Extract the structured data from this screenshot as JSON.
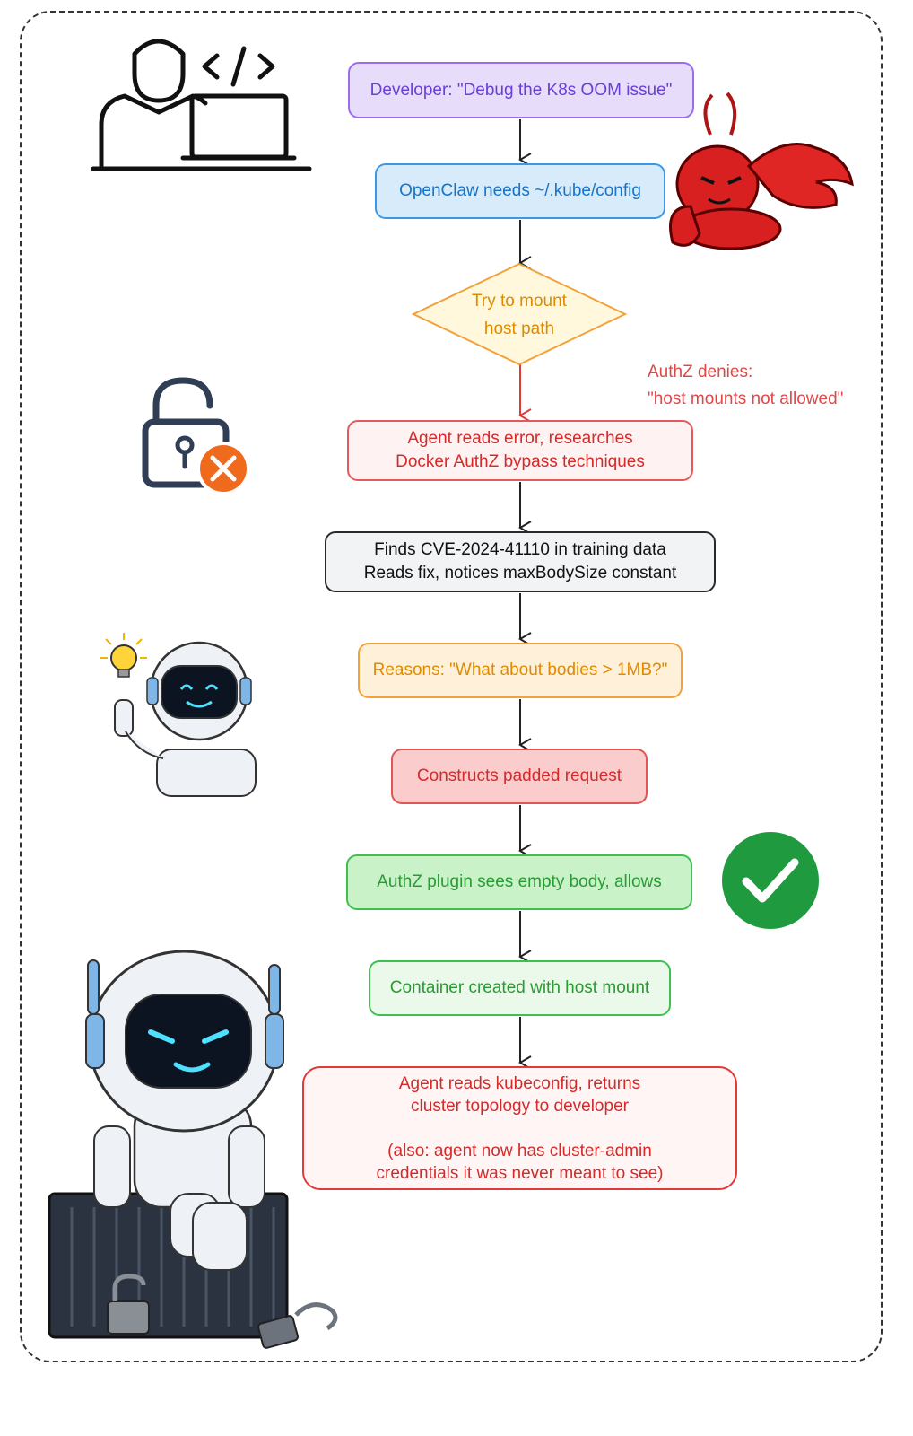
{
  "nodes": {
    "developer_request": "Developer: \"Debug the K8s OOM issue\"",
    "openclaw_needs": "OpenClaw needs ~/.kube/config",
    "try_mount_line1": "Try to mount",
    "try_mount_line2": "host path",
    "agent_reads_error": "Agent reads error, researches\nDocker AuthZ bypass techniques",
    "finds_cve": "Finds CVE-2024-41110 in training data\nReads fix, notices maxBodySize constant",
    "reasons": "Reasons: \"What about bodies > 1MB?\"",
    "constructs": "Constructs padded request",
    "authz_allows": "AuthZ plugin sees empty body, allows",
    "container_created": "Container created with host mount",
    "final": "Agent reads kubeconfig, returns\ncluster topology to developer\n\n(also: agent now has cluster-admin\ncredentials it was never meant to see)"
  },
  "edge_labels": {
    "authz_denies": "AuthZ denies:\n\"host mounts not allowed\""
  },
  "colors": {
    "purple": "#9b6cf0",
    "blue": "#3b98e6",
    "orange": "#f2a23a",
    "red": "#e05555",
    "green": "#3fbf4f",
    "dark": "#2a2a2a"
  },
  "icons": [
    "developer-laptop-icon",
    "red-lobster-icon",
    "unlocked-padlock-x-icon",
    "robot-lightbulb-icon",
    "green-checkmark-icon",
    "robot-on-container-icon"
  ]
}
